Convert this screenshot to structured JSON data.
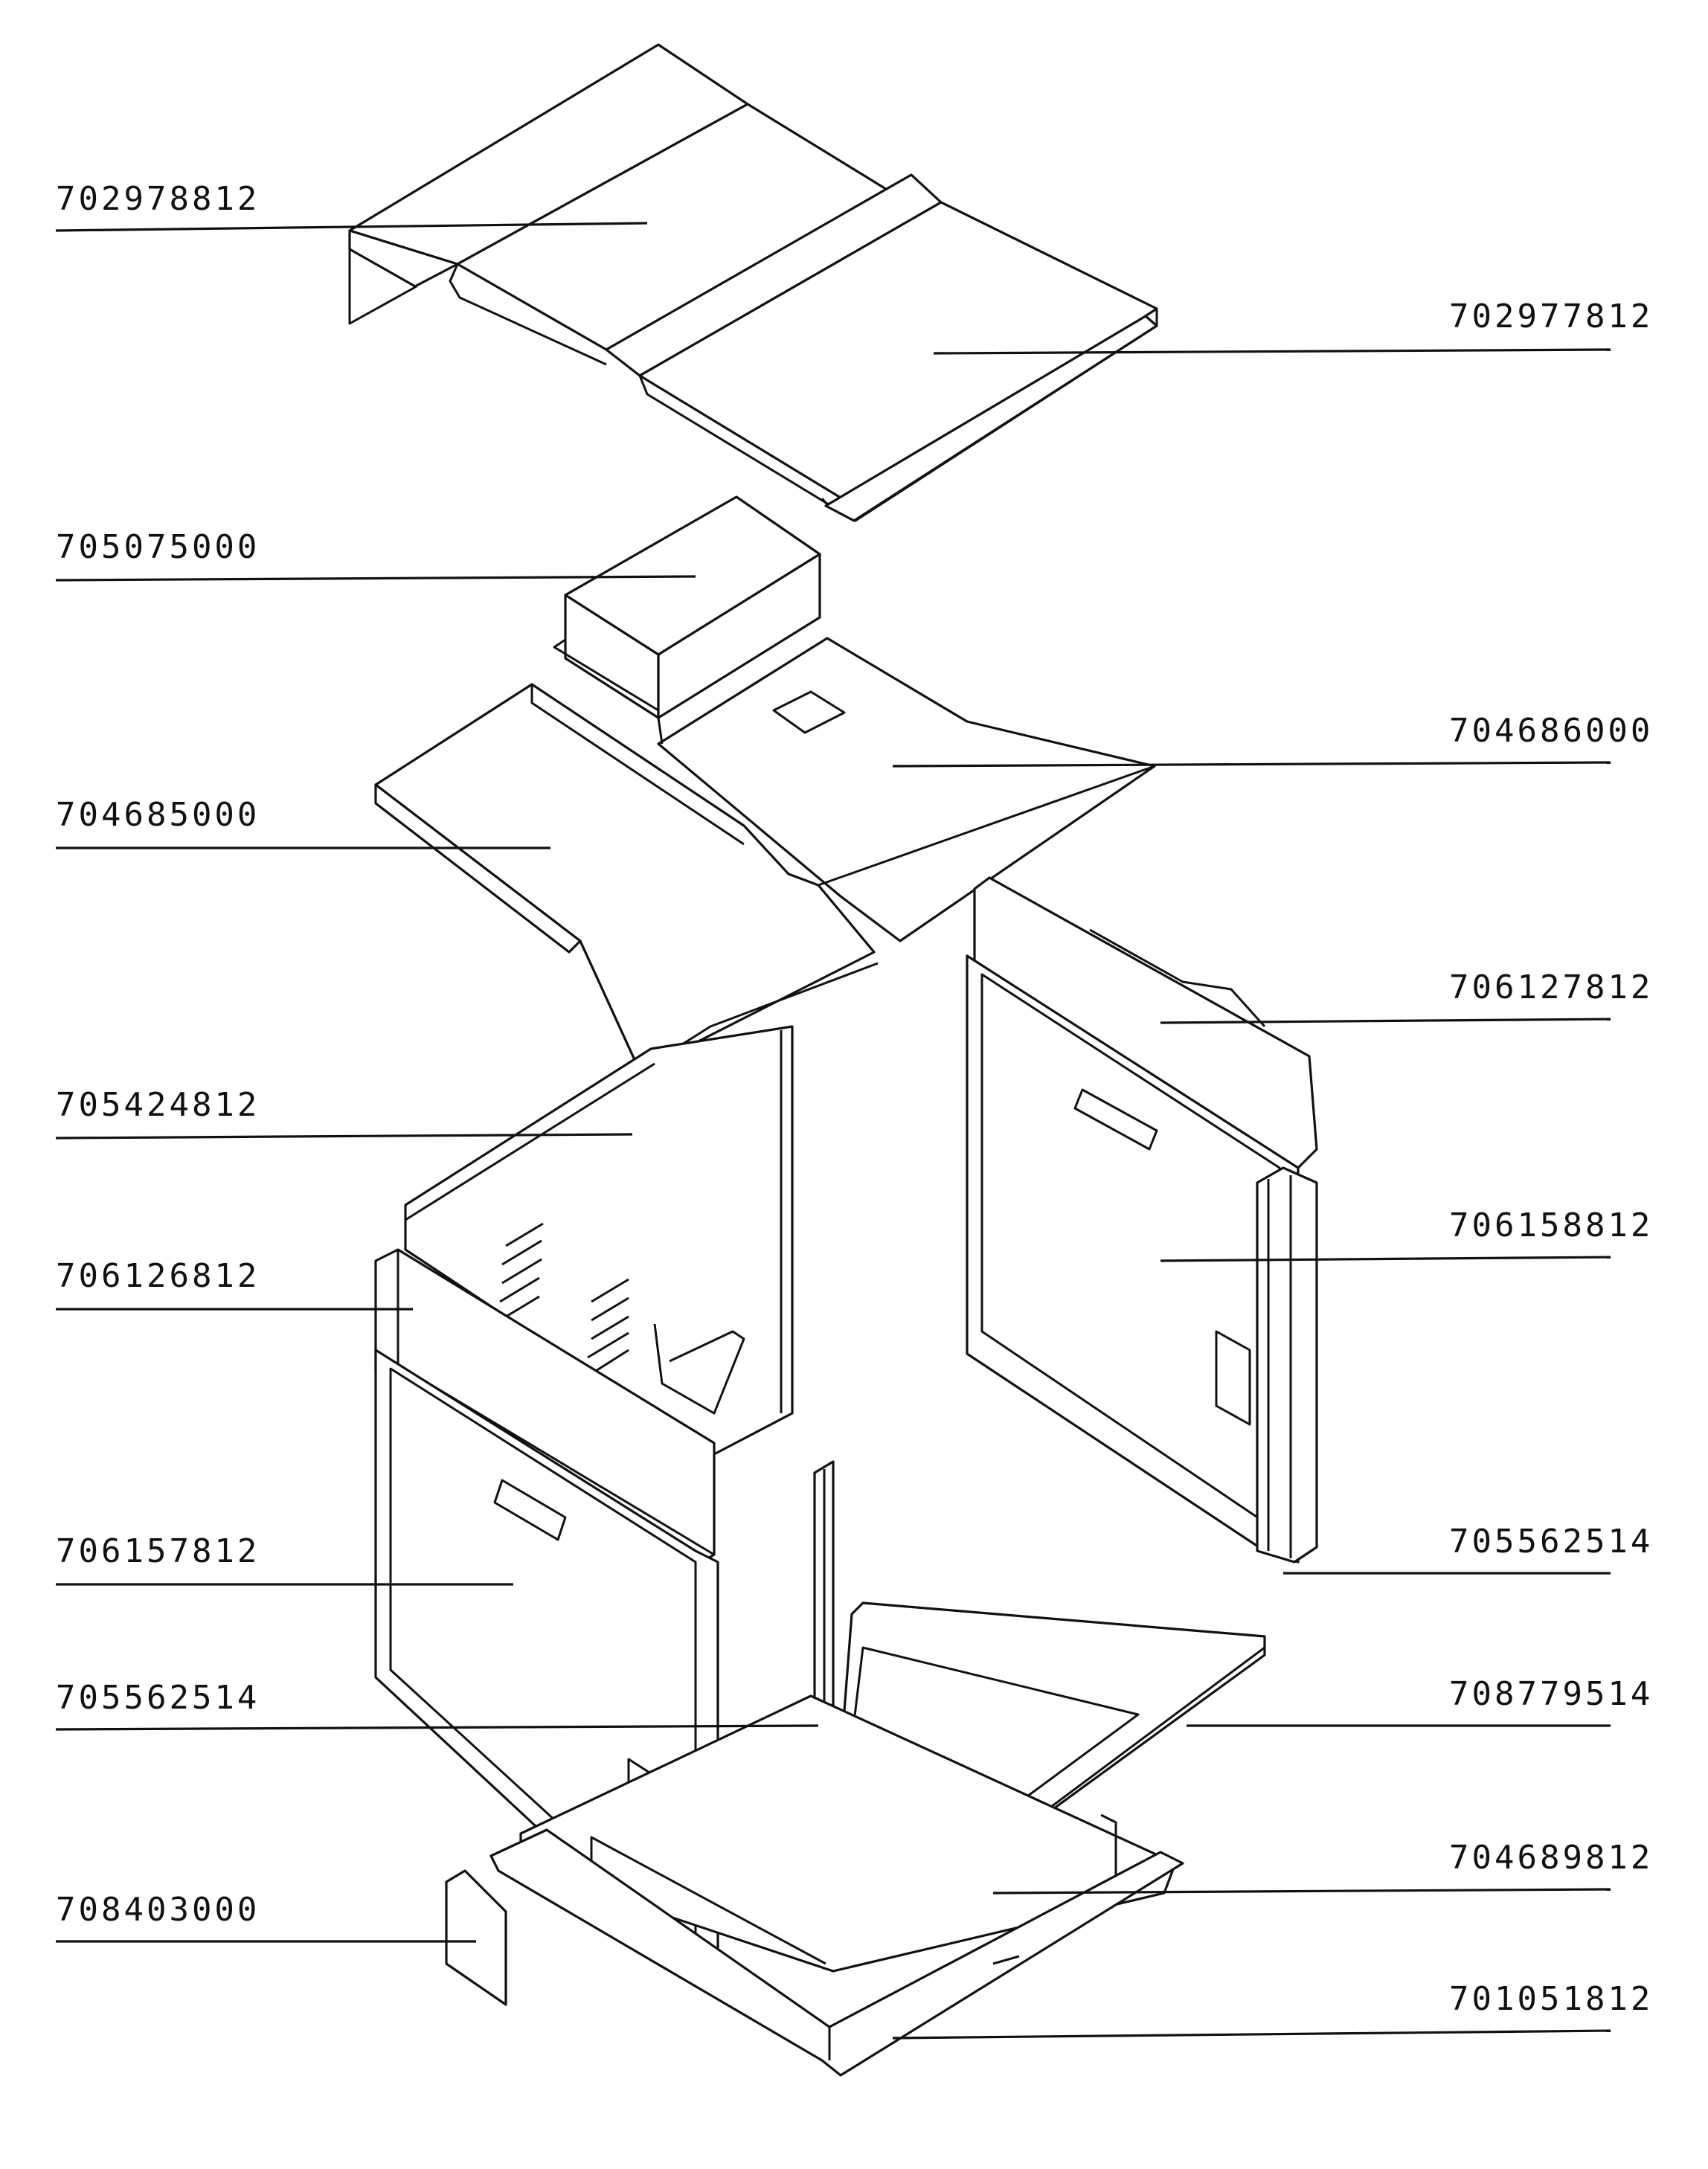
{
  "diagram": {
    "callouts": [
      {
        "part_number": "702978812"
      },
      {
        "part_number": "702977812"
      },
      {
        "part_number": "705075000"
      },
      {
        "part_number": "704686000"
      },
      {
        "part_number": "704685000"
      },
      {
        "part_number": "706127812"
      },
      {
        "part_number": "705424812"
      },
      {
        "part_number": "706158812"
      },
      {
        "part_number": "706126812"
      },
      {
        "part_number": "705562514"
      },
      {
        "part_number": "706157812"
      },
      {
        "part_number": "705562514"
      },
      {
        "part_number": "708779514"
      },
      {
        "part_number": "704689812"
      },
      {
        "part_number": "708403000"
      },
      {
        "part_number": "701051812"
      }
    ]
  }
}
